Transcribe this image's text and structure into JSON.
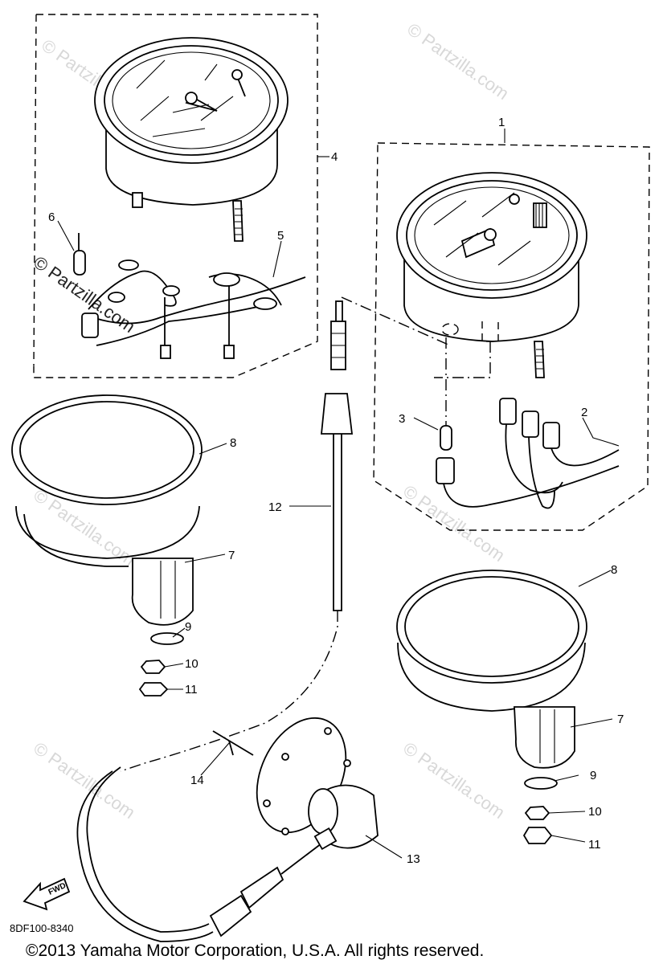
{
  "callouts": {
    "c1": "1",
    "c2": "2",
    "c3": "3",
    "c4": "4",
    "c5": "5",
    "c6": "6",
    "c7a": "7",
    "c7b": "7",
    "c8a": "8",
    "c8b": "8",
    "c9a": "9",
    "c9b": "9",
    "c10a": "10",
    "c10b": "10",
    "c11a": "11",
    "c11b": "11",
    "c12": "12",
    "c13": "13",
    "c14": "14"
  },
  "watermark": {
    "text": "© Partzilla.com"
  },
  "fwd_label": "FWD",
  "diagram_code": "8DF100-8340",
  "copyright": "©2013  Yamaha Motor Corporation, U.S.A. All rights reserved."
}
